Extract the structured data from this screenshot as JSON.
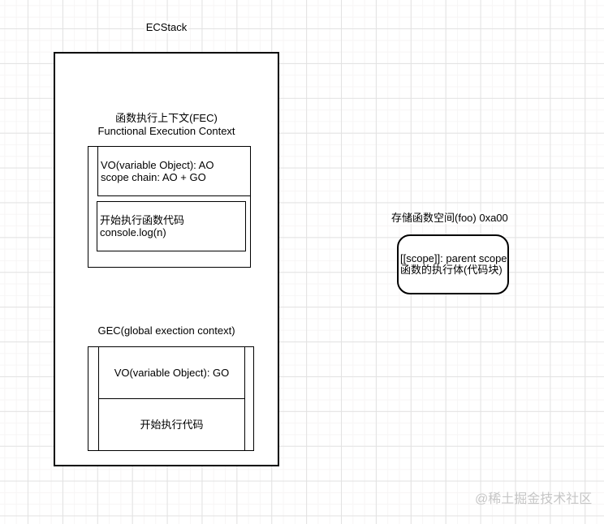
{
  "diagram": {
    "ecstack_label": "ECStack",
    "fec": {
      "title_line1": "函数执行上下文(FEC)",
      "title_line2": "Functional Execution Context",
      "vo_cell_line1": "VO(variable Object): AO",
      "vo_cell_line2": "scope chain: AO + GO",
      "exec_cell_line1": "开始执行函数代码",
      "exec_cell_line2": "console.log(n)"
    },
    "gec": {
      "title": "GEC(global exection context)",
      "vo_cell": "VO(variable Object): GO",
      "exec_cell": "开始执行代码"
    },
    "function_space": {
      "label": "存储函数空间(foo) 0xa00",
      "line1": "[[scope]]: parent scope",
      "line2": "函数的执行体(代码块)"
    },
    "watermark": "@稀土掘金技术社区"
  },
  "colors": {
    "border_color": "#000000",
    "text_color": "#000000",
    "shape_fill": "#ffffff",
    "grid_major": "#e2e2e2",
    "grid_minor": "#f7f5f5",
    "watermark_color": "#c6c6c6"
  }
}
